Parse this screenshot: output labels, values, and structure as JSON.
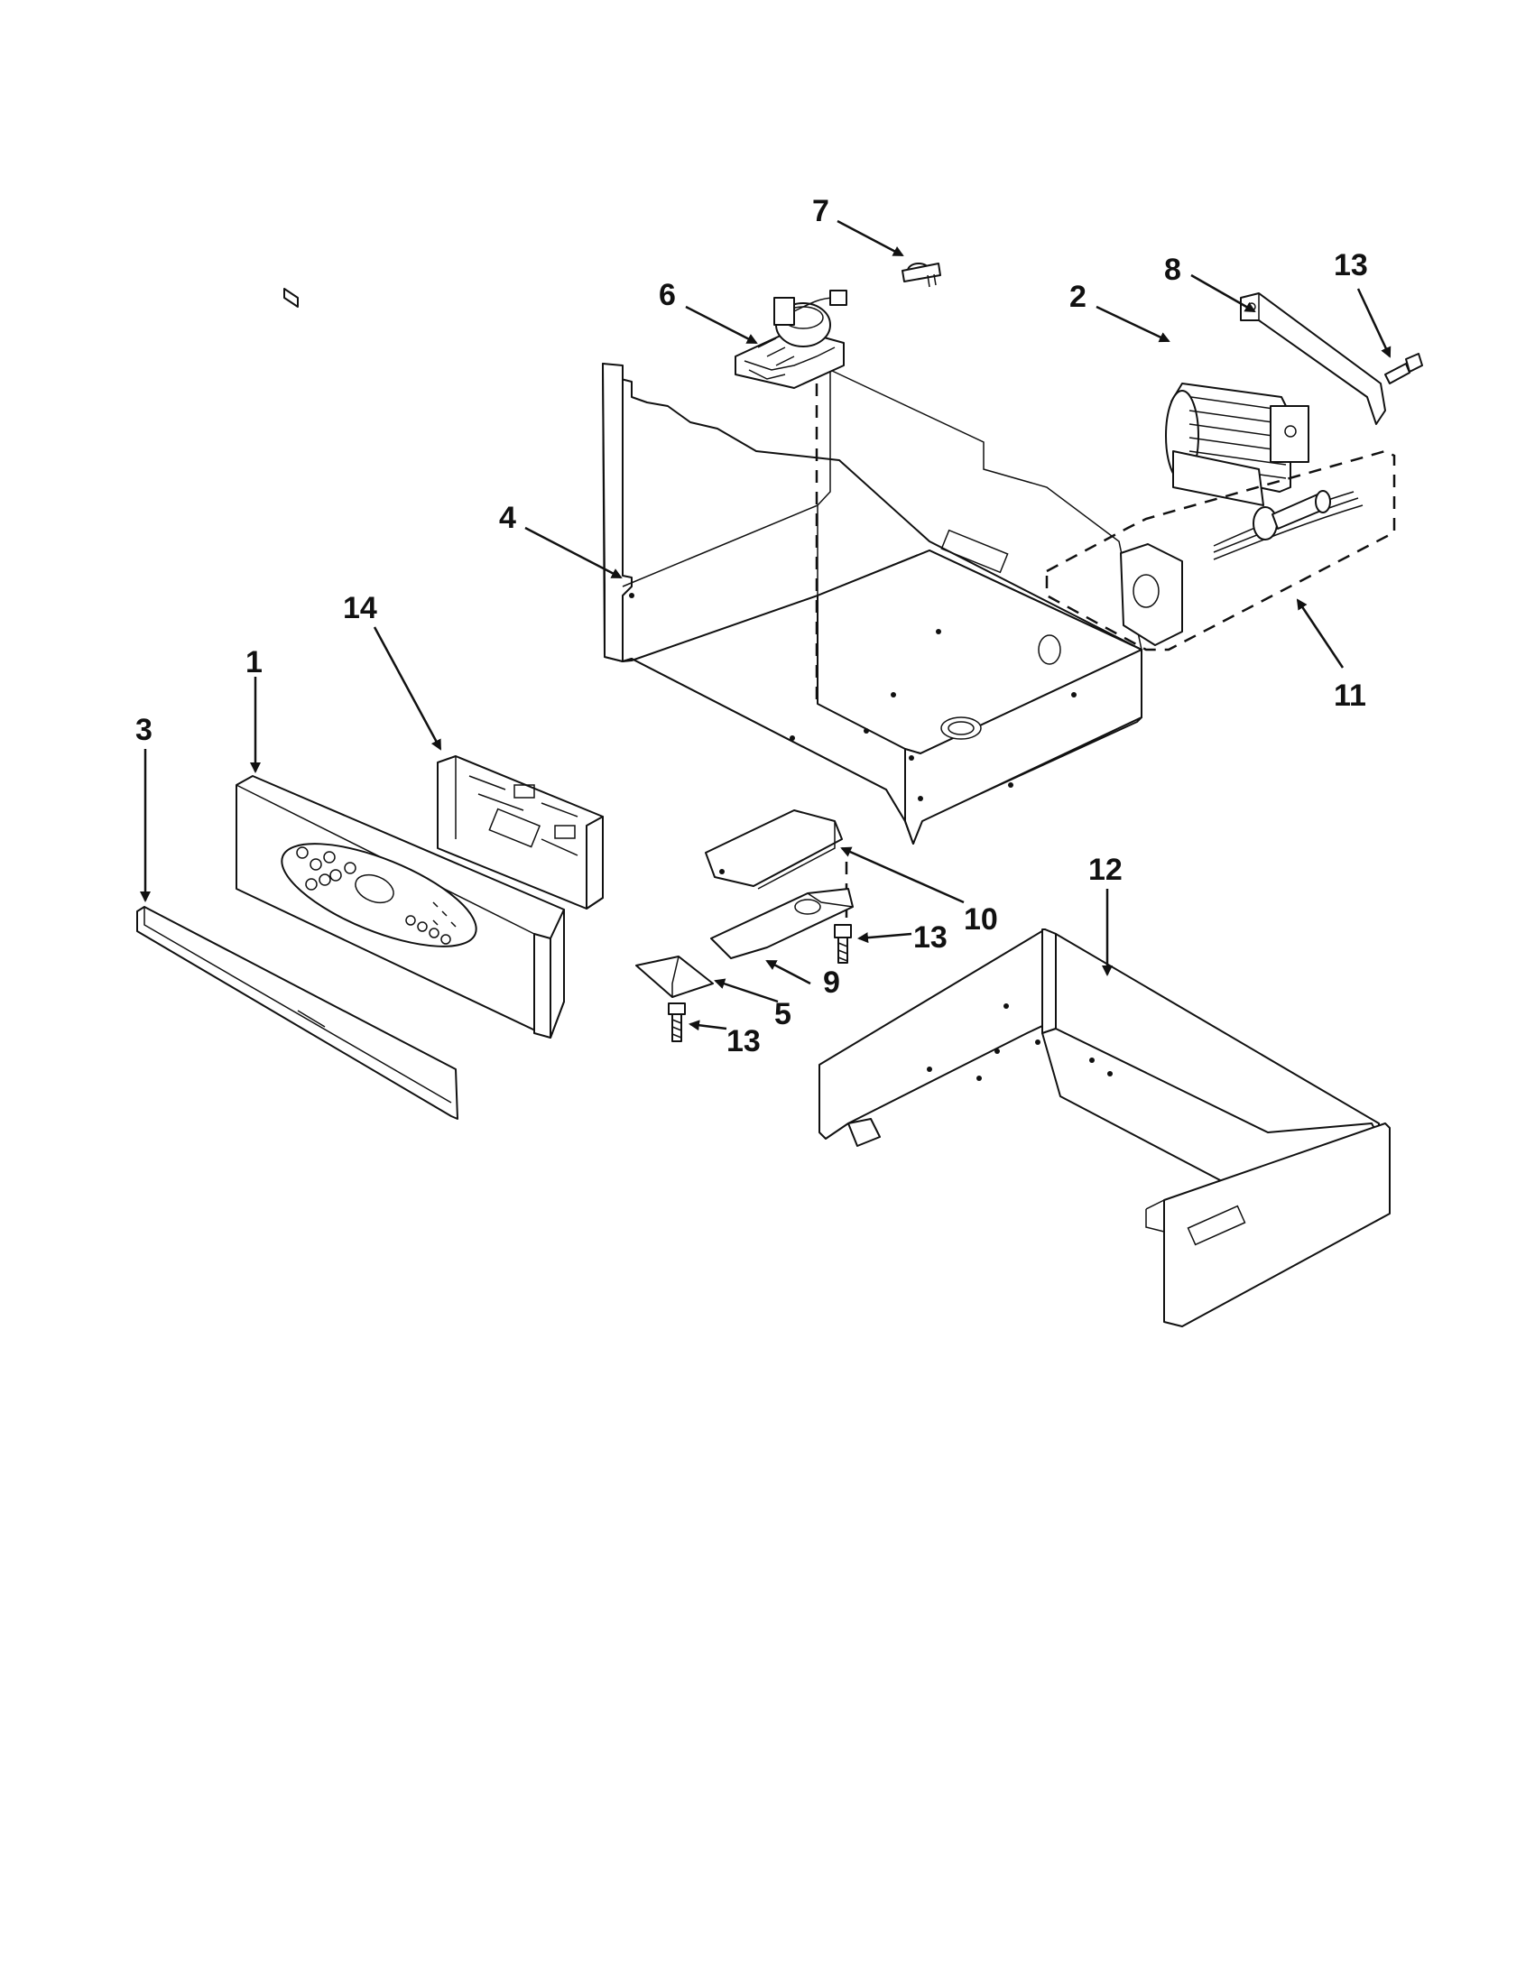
{
  "callouts": [
    {
      "id": "c1",
      "label": "1"
    },
    {
      "id": "c2",
      "label": "2"
    },
    {
      "id": "c3",
      "label": "3"
    },
    {
      "id": "c4",
      "label": "4"
    },
    {
      "id": "c5",
      "label": "5"
    },
    {
      "id": "c6",
      "label": "6"
    },
    {
      "id": "c7",
      "label": "7"
    },
    {
      "id": "c8",
      "label": "8"
    },
    {
      "id": "c9",
      "label": "9"
    },
    {
      "id": "c10",
      "label": "10"
    },
    {
      "id": "c11",
      "label": "11"
    },
    {
      "id": "c12",
      "label": "12"
    },
    {
      "id": "c13a",
      "label": "13"
    },
    {
      "id": "c13b",
      "label": "13"
    },
    {
      "id": "c13c",
      "label": "13"
    },
    {
      "id": "c14",
      "label": "14"
    }
  ],
  "colors": {
    "line": "#111111",
    "background": "#ffffff"
  }
}
